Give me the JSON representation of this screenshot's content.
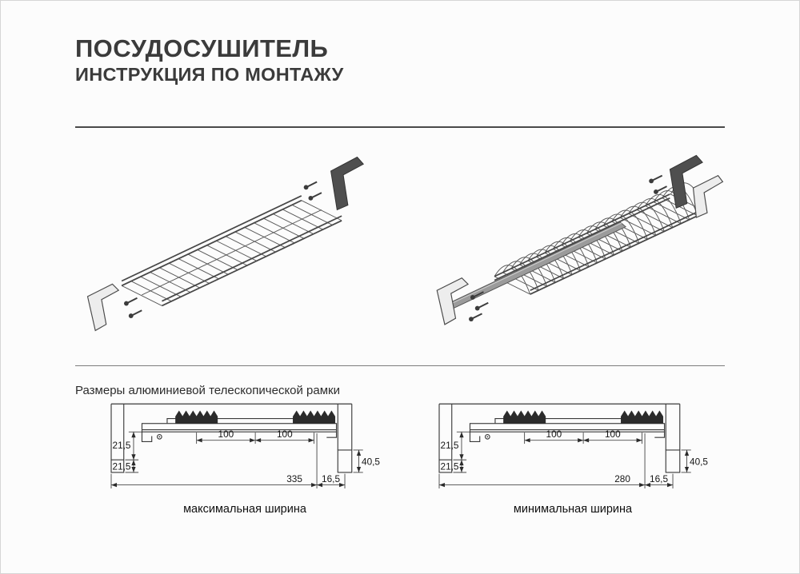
{
  "header": {
    "title": "ПОСУДОСУШИТЕЛЬ",
    "subtitle": "ИНСТРУКЦИЯ ПО МОНТАЖУ"
  },
  "dimensions": {
    "section_label": "Размеры алюминиевой телескопической рамки",
    "max": {
      "caption": "максимальная ширина",
      "left_top": "21,5",
      "left_bottom": "21,5",
      "span_1": "100",
      "span_2": "100",
      "total": "335",
      "offset": "16,5",
      "right_height": "40,5"
    },
    "min": {
      "caption": "минимальная ширина",
      "left_top": "21,5",
      "left_bottom": "21,5",
      "span_1": "100",
      "span_2": "100",
      "total": "280",
      "offset": "16,5",
      "right_height": "40,5"
    }
  }
}
